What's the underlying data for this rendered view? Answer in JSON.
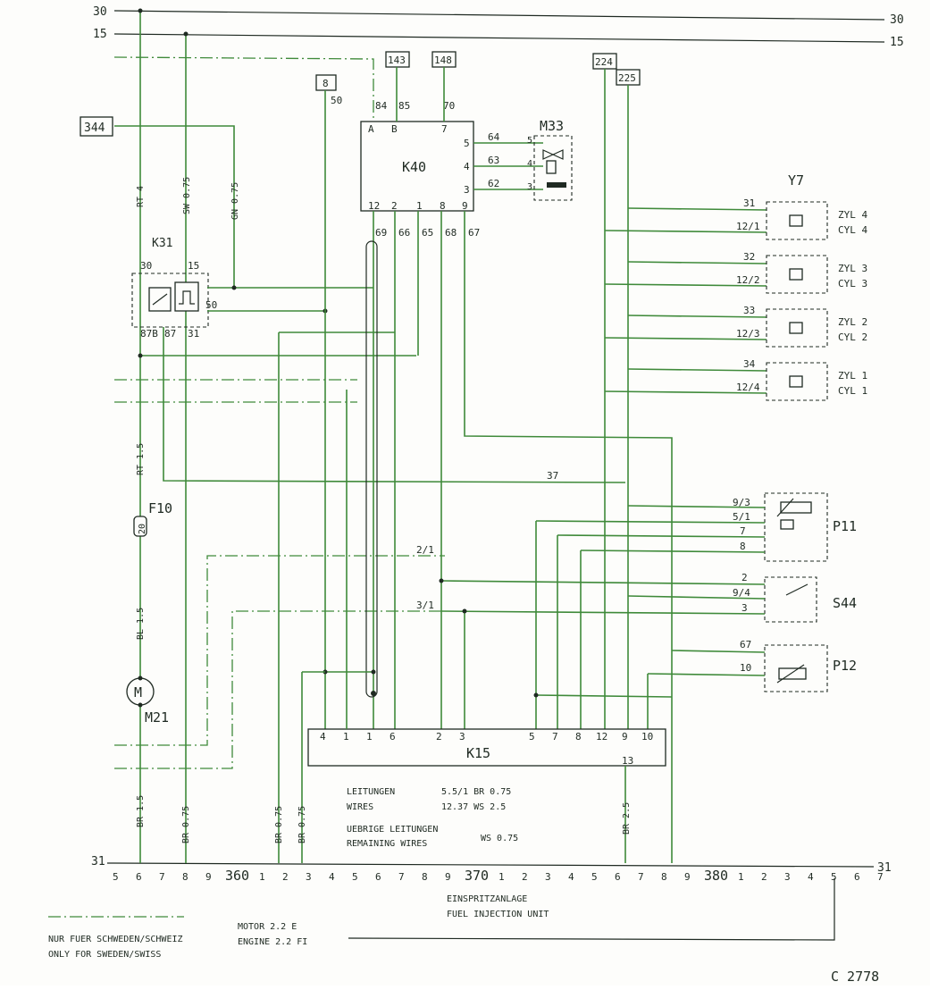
{
  "rails": {
    "r30": "30",
    "r15": "15",
    "r31": "31"
  },
  "refs": {
    "ref344": "344",
    "ref8": "8",
    "ref143": "143",
    "ref148": "148",
    "ref224": "224",
    "ref225": "225"
  },
  "k40": {
    "label": "K40",
    "top_pins": [
      "A",
      "B",
      "7"
    ],
    "top_wires": [
      "84",
      "85",
      "70"
    ],
    "wire_50": "50",
    "right_pins": [
      "5",
      "4",
      "3"
    ],
    "right_wires": [
      "64",
      "63",
      "62"
    ],
    "bottom_pins": [
      "12",
      "2",
      "1",
      "8",
      "9"
    ],
    "bottom_wires": [
      "69",
      "66",
      "65",
      "68",
      "67"
    ]
  },
  "m33": {
    "label": "M33",
    "pins": [
      "5",
      "4",
      "3"
    ]
  },
  "k31": {
    "label": "K31",
    "pin30": "30",
    "pin15": "15",
    "pin50": "50",
    "pin87b": "87B",
    "pin87": "87",
    "pin31": "31"
  },
  "wire_colors": {
    "rt4": "RT 4",
    "sw075": "SW 0.75",
    "gn075": "GN 0.75",
    "rt15": "RT 1.5",
    "bl15": "BL 1.5",
    "br15": "BR 1.5",
    "br075": "BR 0.75",
    "br25": "BR 2.5"
  },
  "f10": {
    "label": "F10",
    "value": "20"
  },
  "m21": {
    "label": "M21",
    "symbol": "M"
  },
  "y7": {
    "label": "Y7",
    "wires": [
      "31",
      "12/1",
      "32",
      "12/2",
      "33",
      "12/3",
      "34",
      "12/4"
    ],
    "cylinders": [
      [
        "ZYL 4",
        "CYL 4"
      ],
      [
        "ZYL 3",
        "CYL 3"
      ],
      [
        "ZYL 2",
        "CYL 2"
      ],
      [
        "ZYL 1",
        "CYL 1"
      ]
    ]
  },
  "wire_37": "37",
  "p11": {
    "label": "P11",
    "wires": [
      "9/3",
      "5/1",
      "7",
      "8"
    ]
  },
  "s44": {
    "label": "S44",
    "wires": [
      "2",
      "9/4",
      "3"
    ]
  },
  "p12": {
    "label": "P12",
    "wires": [
      "67",
      "10"
    ]
  },
  "mid_wires": {
    "w21": "2/1",
    "w31": "3/1"
  },
  "k15": {
    "label": "K15",
    "pins": [
      "4",
      "1",
      "1",
      "6",
      "2",
      "3",
      "5",
      "7",
      "8",
      "12",
      "9",
      "10"
    ],
    "pin13": "13"
  },
  "notes": {
    "l1a": "LEITUNGEN",
    "l1b": "5.5/1 BR 0.75",
    "l2a": "WIRES",
    "l2b": "12.37 WS 2.5",
    "l3a": "UEBRIGE LEITUNGEN",
    "l4a": "REMAINING WIRES",
    "l4b": "WS 0.75"
  },
  "scale": [
    "5",
    "6",
    "7",
    "8",
    "9",
    "360",
    "1",
    "2",
    "3",
    "4",
    "5",
    "6",
    "7",
    "8",
    "9",
    "370",
    "1",
    "2",
    "3",
    "4",
    "5",
    "6",
    "7",
    "8",
    "9",
    "380",
    "1",
    "2",
    "3",
    "4",
    "5",
    "6",
    "7"
  ],
  "footer": {
    "unit_de": "EINSPRITZANLAGE",
    "unit_en": "FUEL INJECTION UNIT",
    "motor_de": "MOTOR 2.2 E",
    "motor_en": "ENGINE 2.2 FI",
    "legend_de": "NUR FUER SCHWEDEN/SCHWEIZ",
    "legend_en": "ONLY FOR SWEDEN/SWISS",
    "code": "C 2778"
  }
}
